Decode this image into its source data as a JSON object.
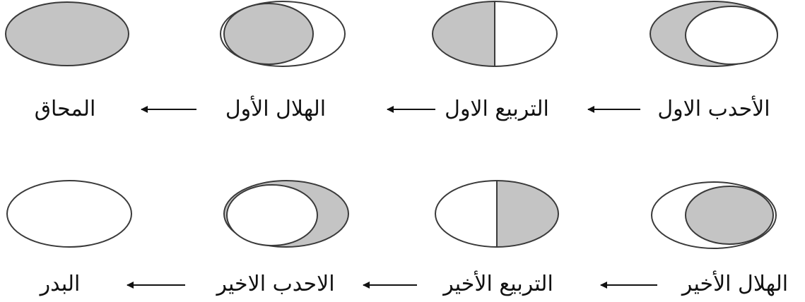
{
  "colors": {
    "shade": "#c4c4c4",
    "stroke": "#3a3a3a",
    "background": "#ffffff",
    "arrow": "#111111"
  },
  "rows": [
    {
      "phases": [
        {
          "label": "المحاق",
          "shape": "full-dark"
        },
        {
          "label": "الهلال الأول",
          "shape": "crescent-light-right"
        },
        {
          "label": "التربيع الاول",
          "shape": "half-light-right"
        },
        {
          "label": "الأحدب الاول",
          "shape": "gibbous-dark-left"
        }
      ]
    },
    {
      "phases": [
        {
          "label": "البدر",
          "shape": "full-light"
        },
        {
          "label": "الاحدب الاخير",
          "shape": "gibbous-dark-right"
        },
        {
          "label": "التربيع الأخير",
          "shape": "half-dark-right"
        },
        {
          "label": "الهلال الأخير",
          "shape": "crescent-light-left"
        }
      ]
    }
  ]
}
